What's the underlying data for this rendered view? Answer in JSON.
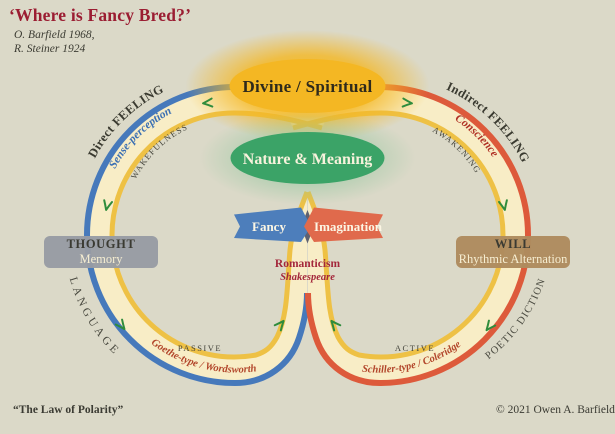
{
  "title": "‘Where is Fancy Bred?’",
  "attribution_1": "O. Barfield 1968,",
  "attribution_2": "R. Steiner 1924",
  "ellipses": {
    "top": "Divine / Spiritual",
    "middle": "Nature & Meaning"
  },
  "left_lobe": {
    "outer_label": "Direct FEELING",
    "band_label": "Sense-perception",
    "inner_label": "WAKEFULNESS",
    "side_label": "LANGUAGE",
    "mode_label": "PASSIVE",
    "type_label": "Goethe-type / Wordsworth",
    "box_title": "THOUGHT",
    "box_subtitle": "Memory"
  },
  "right_lobe": {
    "outer_label": "Indirect FEELING",
    "band_label": "Conscience",
    "inner_label": "AWAKENING",
    "side_label": "POETIC DICTION",
    "mode_label": "ACTIVE",
    "type_label": "Schiller-type / Coleridge",
    "box_title": "WILL",
    "box_subtitle": "Rhythmic Alternation"
  },
  "center": {
    "left_banner": "Fancy",
    "right_banner": "Imagination",
    "movement": "Romanticism",
    "author": "Shakespeare"
  },
  "footer": {
    "left": "“The Law of Polarity”",
    "right": "© 2021 Owen A. Barfield"
  },
  "colors": {
    "left_arc": "#4679BB",
    "right_arc": "#DD5A3B",
    "band_fill": "#F8EDC6",
    "band_inner_stroke": "#EEC145",
    "divine_gold": "#F4B723",
    "nature_green": "#3BA367",
    "title_red": "#9B1D32",
    "arrow_green": "#2F8C3C",
    "banner_blue": "#4D7EBB",
    "banner_orange": "#E06A4C"
  }
}
